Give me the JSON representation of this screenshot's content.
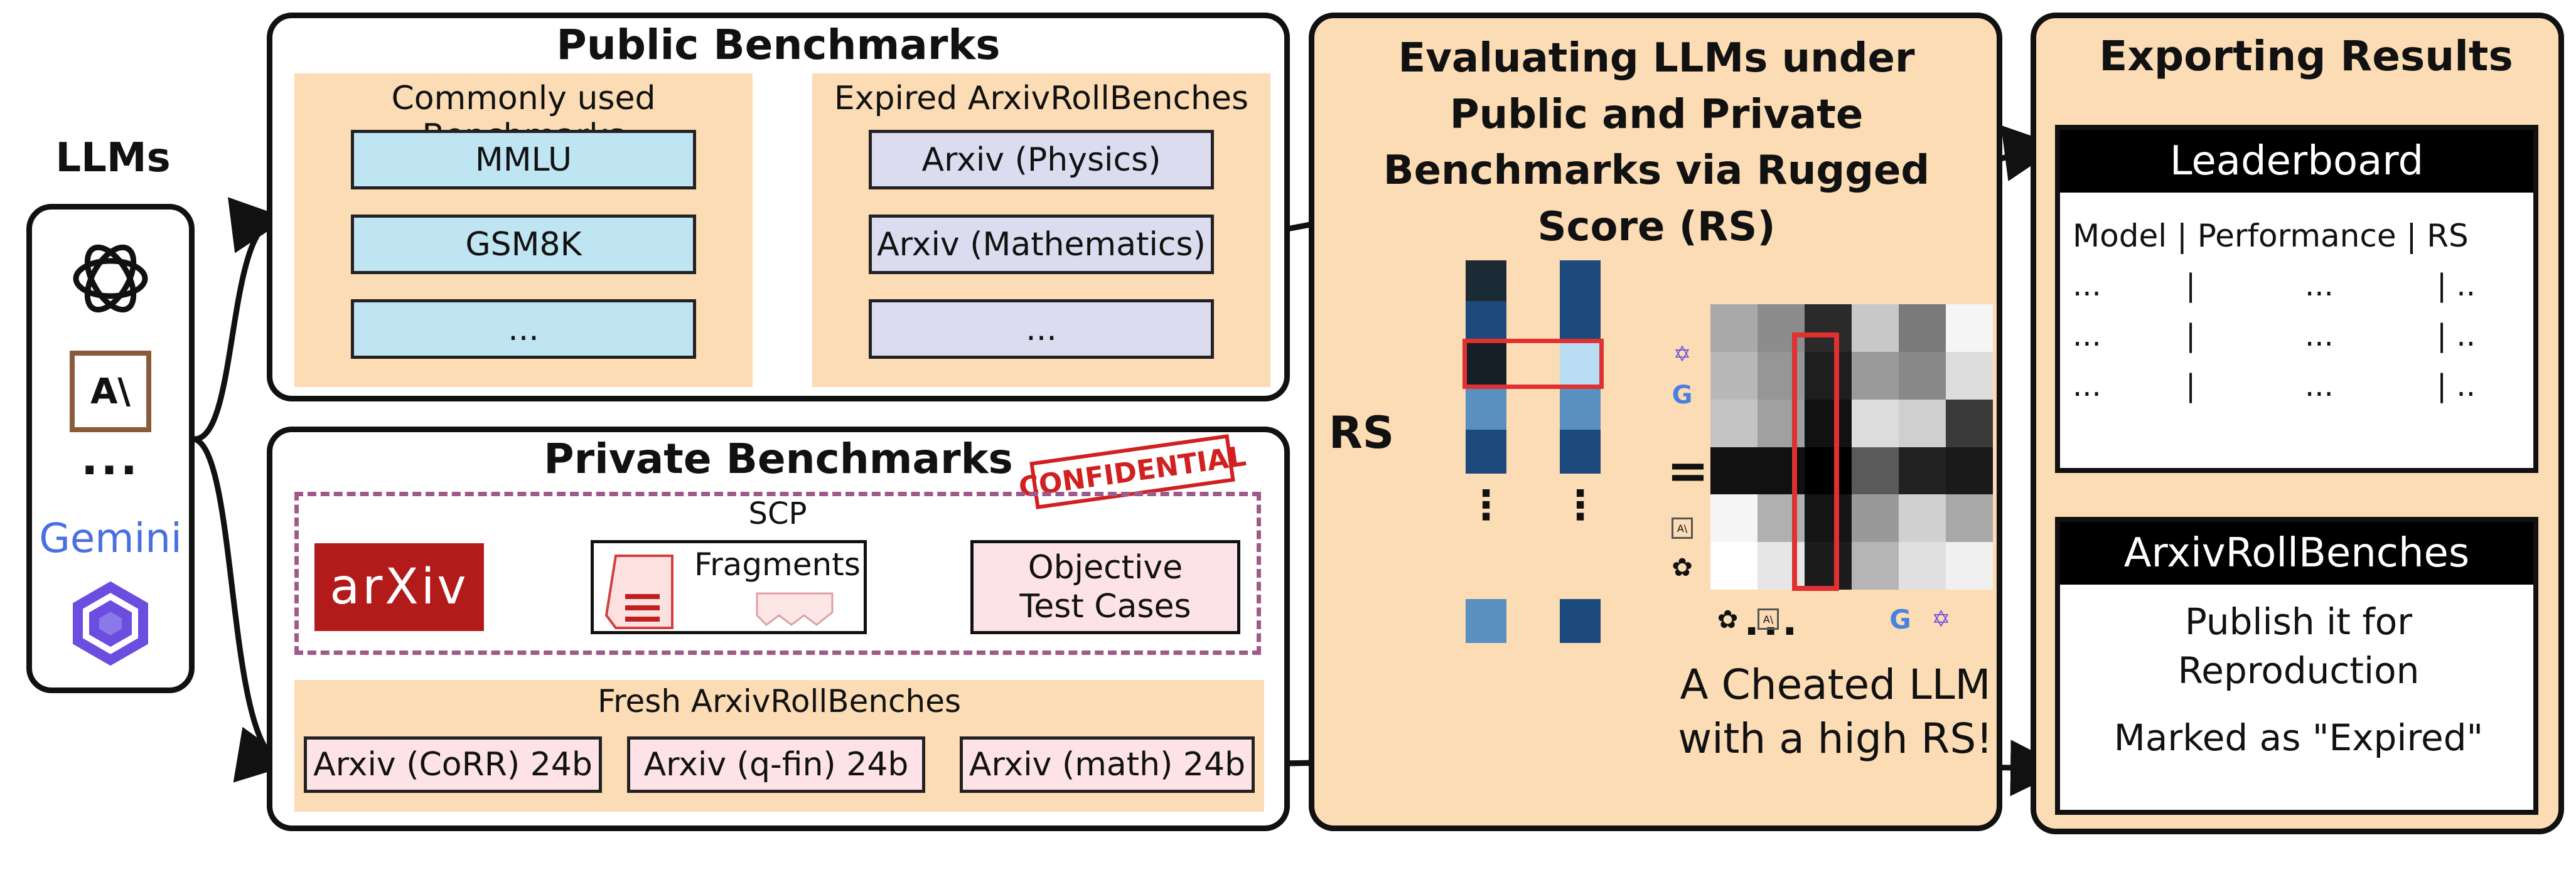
{
  "llms": {
    "title": "LLMs",
    "dots": "...",
    "gemini": "Gemini",
    "anthropic": "A\\"
  },
  "public": {
    "title": "Public Benchmarks",
    "common": {
      "title": "Commonly used Benchmarks",
      "items": [
        "MMLU",
        "GSM8K",
        "..."
      ]
    },
    "expired": {
      "title": "Expired ArxivRollBenches",
      "items": [
        "Arxiv (Physics)",
        "Arxiv (Mathematics)",
        "..."
      ]
    }
  },
  "private": {
    "title": "Private Benchmarks",
    "confidential": "CONFIDENTIAL",
    "scp": "SCP",
    "arxiv_logo": "arXiv",
    "fragments": "Fragments",
    "objective": "Objective Test Cases",
    "fresh": {
      "title": "Fresh ArxivRollBenches",
      "items": [
        "Arxiv (CoRR) 24b",
        "Arxiv (q-fin) 24b",
        "Arxiv (math) 24b"
      ]
    }
  },
  "evaluating": {
    "title": "Evaluating LLMs under Public and Private Benchmarks via Rugged Score (RS)",
    "rs": "RS",
    "equals": "=",
    "dots": "...",
    "cheated": "A Cheated LLM with a high RS!"
  },
  "exporting": {
    "title": "Exporting Results",
    "leaderboard": {
      "title": "Leaderboard",
      "header": "Model | Performance | RS",
      "rows": [
        [
          "...",
          "|",
          "...",
          "| .."
        ],
        [
          "...",
          "|",
          "...",
          "| .."
        ],
        [
          "...",
          "|",
          "...",
          "| .."
        ]
      ]
    },
    "arxivroll": {
      "title": "ArxivRollBenches",
      "publish": "Publish it for Reproduction",
      "marked": "Marked as \"Expired\""
    }
  }
}
